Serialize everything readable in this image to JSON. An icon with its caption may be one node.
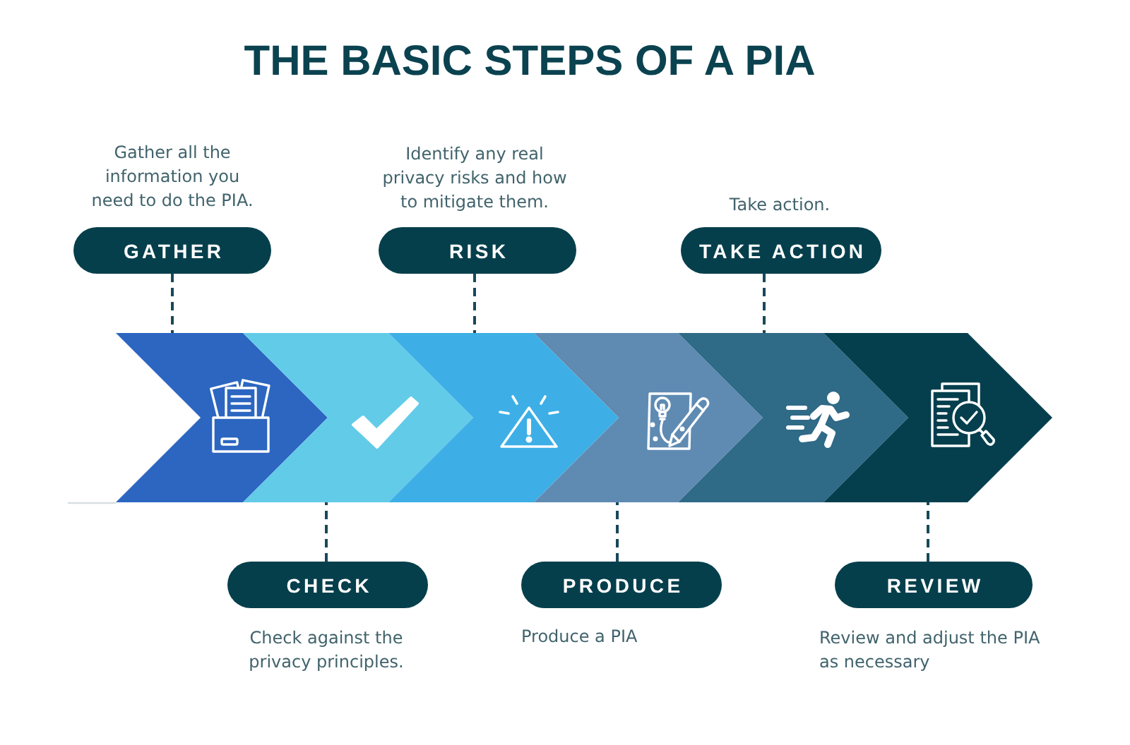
{
  "diagram": {
    "title": "THE BASIC STEPS OF A PIA",
    "nodes": [
      {
        "text": [
          "GATHER"
        ],
        "beside": [
          "Gather all the information you need to do the PIA."
        ]
      },
      {
        "text": [
          "CHECK"
        ],
        "beside": [
          "Check against the privacy principles."
        ]
      },
      {
        "text": [
          "RISK"
        ],
        "beside": [
          "Identify any real privacy risks and how to mitigate them."
        ]
      },
      {
        "text": [
          "PRODUCE"
        ],
        "beside": [
          "Produce a PIA"
        ]
      },
      {
        "text": [
          "TAKE ACTION"
        ],
        "beside": [
          "Take action."
        ]
      },
      {
        "text": [
          "REVIEW"
        ],
        "beside": [
          "Review and adjust the PIA as necessary"
        ]
      },
      {
        "text": [],
        "shape": "chevron"
      },
      {
        "text": [],
        "shape": "chevron"
      },
      {
        "text": [],
        "shape": "chevron"
      },
      {
        "text": [],
        "shape": "chevron"
      },
      {
        "text": [],
        "shape": "chevron"
      },
      {
        "text": [],
        "shape": "chevron"
      }
    ],
    "edges": [
      {
        "from": 0,
        "to": 6,
        "arrow": "none",
        "style": "dashed"
      },
      {
        "from": 1,
        "to": 7,
        "arrow": "none",
        "style": "dashed"
      },
      {
        "from": 2,
        "to": 8,
        "arrow": "none",
        "style": "dashed"
      },
      {
        "from": 3,
        "to": 9,
        "arrow": "none",
        "style": "dashed"
      },
      {
        "from": 4,
        "to": 10,
        "arrow": "none",
        "style": "dashed"
      },
      {
        "from": 5,
        "to": 11,
        "arrow": "none",
        "style": "dashed"
      }
    ]
  }
}
